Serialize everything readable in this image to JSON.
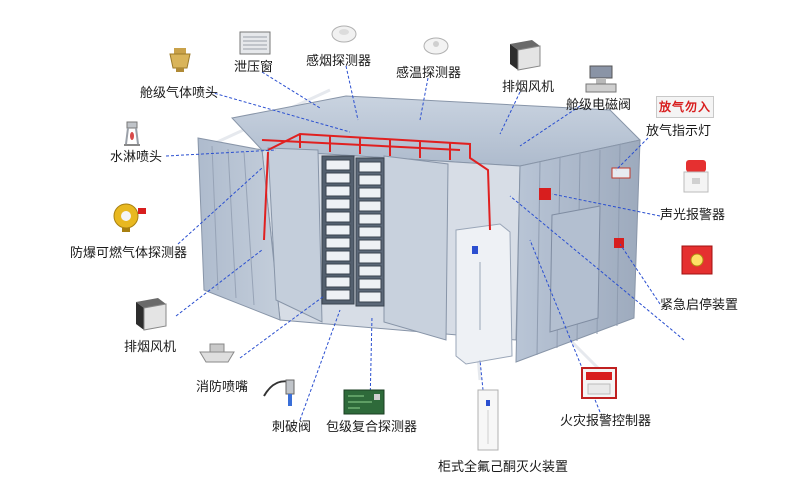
{
  "labels": {
    "cabin_gas_nozzle": "舱级气体喷头",
    "relief_window": "泄压窗",
    "smoke_detector": "感烟探测器",
    "heat_detector": "感温探测器",
    "smoke_fan_top": "排烟风机",
    "cabin_solenoid_valve": "舱级电磁阀",
    "release_indicator": "放气指示灯",
    "sprinkler_head": "水淋喷头",
    "sound_light_alarm": "声光报警器",
    "explosion_proof_gas_detector": "防爆可燃气体探测器",
    "emergency_start_stop": "紧急启停装置",
    "smoke_fan_left": "排烟风机",
    "fire_nozzle": "消防喷嘴",
    "fire_alarm_controller": "火灾报警控制器",
    "piercing_valve": "刺破阀",
    "pack_composite_detector": "包级复合探测器",
    "cabinet_suppression": "柜式全氟己酮灭火装置"
  },
  "sign_text": "放气勿入",
  "colors": {
    "leader_line": "#2a4fd0",
    "pipe": "#e02020",
    "container": "#a9b6c8",
    "alarm_red": "#d81e1e"
  }
}
